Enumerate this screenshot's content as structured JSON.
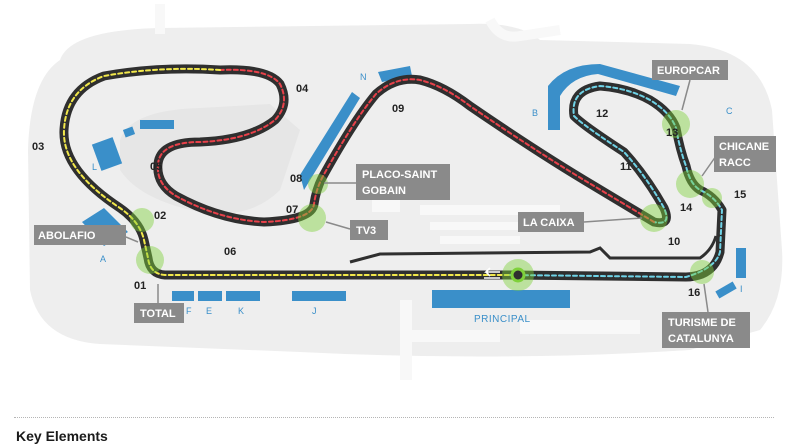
{
  "colors": {
    "track": "#2f2f2f",
    "sector_1": "#f2e84b",
    "sector_2": "#e8414a",
    "sector_3": "#6fd2e6",
    "grandstand": "#3a8fc9",
    "callout": "#8a8a8a",
    "hotspot": "#7fd13b"
  },
  "turns": [
    "01",
    "02",
    "03",
    "04",
    "05",
    "06",
    "07",
    "08",
    "09",
    "10",
    "11",
    "12",
    "13",
    "14",
    "15",
    "16"
  ],
  "grandstands": [
    "A",
    "B",
    "C",
    "F",
    "E",
    "K",
    "J",
    "L",
    "N",
    "I"
  ],
  "callouts": {
    "abolafio": "ABOLAFIO",
    "total": "TOTAL",
    "placo_saint_gobain": [
      "PLACO-SAINT",
      "GOBAIN"
    ],
    "tv3": "TV3",
    "europcar": "EUROPCAR",
    "chicane_racc": [
      "CHICANE",
      "RACC"
    ],
    "la_caixa": "LA CAIXA",
    "turisme_de_catalunya": [
      "TURISME DE",
      "CATALUNYA"
    ]
  },
  "principal": "PRINCIPAL",
  "key_heading": "Key Elements"
}
